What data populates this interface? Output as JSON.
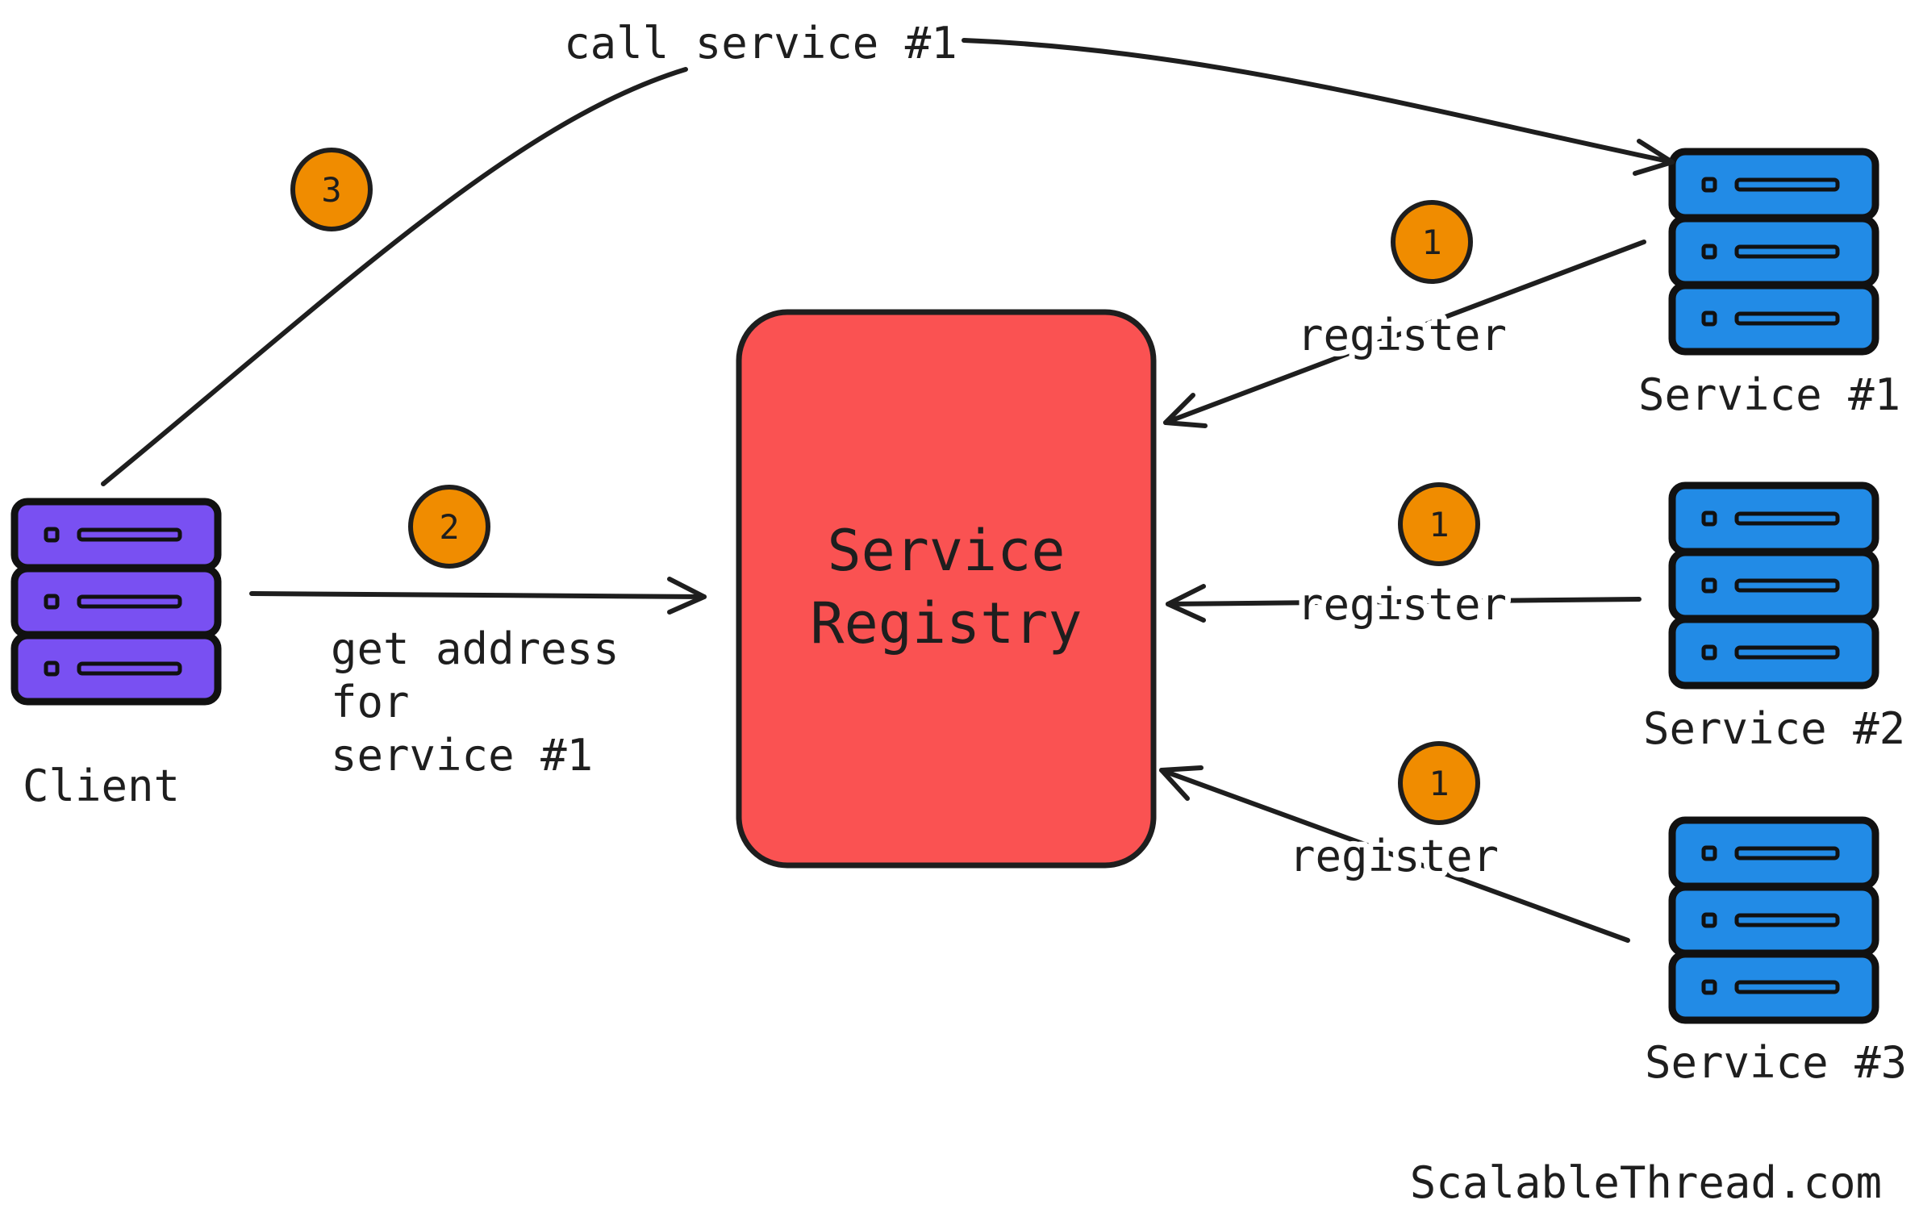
{
  "registry": {
    "title_line1": "Service",
    "title_line2": "Registry",
    "fill": "#fa5252"
  },
  "client": {
    "label": "Client",
    "color": "#7950f2",
    "icon": "server-stack-icon"
  },
  "services": [
    {
      "label": "Service #1",
      "color": "#228be6",
      "icon": "server-stack-icon"
    },
    {
      "label": "Service #2",
      "color": "#228be6",
      "icon": "server-stack-icon"
    },
    {
      "label": "Service #3",
      "color": "#228be6",
      "icon": "server-stack-icon"
    }
  ],
  "edges": {
    "register_1": {
      "label": "register",
      "step": "1"
    },
    "register_2": {
      "label": "register",
      "step": "1"
    },
    "register_3": {
      "label": "register",
      "step": "1"
    },
    "get_address": {
      "label_line1": "get address",
      "label_line2": "for",
      "label_line3": "service #1",
      "step": "2"
    },
    "call_service": {
      "label": "call service #1",
      "step": "3"
    }
  },
  "step_badge_color": "#f08c00",
  "footer": "ScalableThread.com"
}
